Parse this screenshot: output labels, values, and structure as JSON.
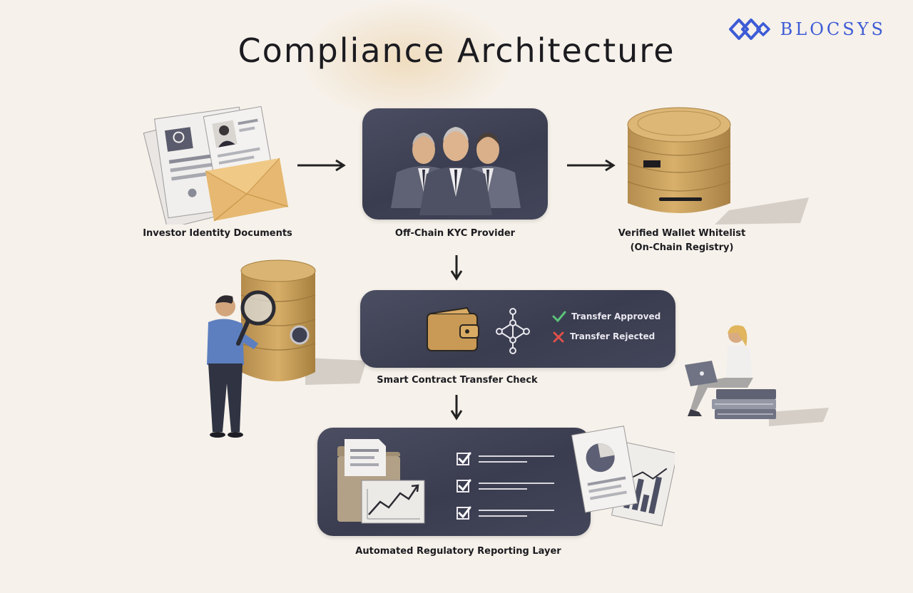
{
  "header": {
    "title": "Compliance Architecture",
    "brand": "BLOCSYS"
  },
  "nodes": {
    "investor_docs": "Investor Identity Documents",
    "kyc_provider": "Off-Chain KYC Provider",
    "whitelist_line1": "Verified Wallet Whitelist",
    "whitelist_line2": "(On-Chain Registry)",
    "transfer_check": "Smart Contract Transfer Check",
    "reporting": "Automated Regulatory Reporting Layer"
  },
  "transfer_status": {
    "approved": "Transfer Approved",
    "rejected": "Transfer Rejected"
  },
  "colors": {
    "background": "#f6f1ea",
    "panel": "#3f4255",
    "gold": "#c9a25e",
    "brand_blue": "#3d5bd6",
    "approved_green": "#5cc27a",
    "rejected_red": "#e0504a"
  },
  "icons": {
    "brand": "diamond-links-icon",
    "documents": "id-documents-icon",
    "kyc": "business-people-icon",
    "whitelist": "gold-vault-icon",
    "wallet": "wallet-icon",
    "network": "network-nodes-icon",
    "reporting": "report-folder-icon"
  }
}
